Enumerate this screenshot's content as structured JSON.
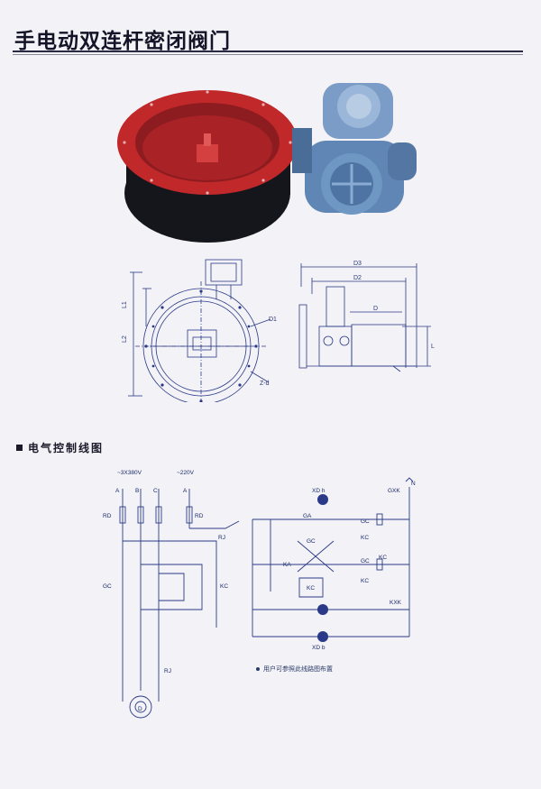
{
  "header": {
    "title": "手电动双连杆密闭阀门"
  },
  "drawing_left": {
    "labels": {
      "l1": "L1",
      "l2": "L2",
      "d1": "D1",
      "z": "Z-d"
    }
  },
  "drawing_right": {
    "labels": {
      "d3": "D3",
      "d2": "D2",
      "d": "D",
      "l": "L"
    }
  },
  "section": {
    "heading": "电气控制线图"
  },
  "wiring": {
    "supply_3ph": "~3X380V",
    "supply_1ph": "~220V",
    "phases": [
      "A",
      "B",
      "C",
      "A"
    ],
    "neutral": "N",
    "labels": {
      "rd_left": "RD",
      "rd_right": "RD",
      "rj_top": "RJ",
      "rj_bottom": "RJ",
      "gc_main": "GC",
      "kc_main": "KC",
      "motor": "D",
      "xdh": "XD h",
      "xdb": "XD b",
      "gxk": "GXK",
      "kxk": "KXK",
      "ga": "GA",
      "ka": "KA",
      "gc1": "GC",
      "gc2": "GC",
      "gc3": "GC",
      "kc1": "KC",
      "kc2": "KC",
      "kc3": "KC",
      "kc4": "KC"
    },
    "note": "用户可参照此线路图布置"
  }
}
